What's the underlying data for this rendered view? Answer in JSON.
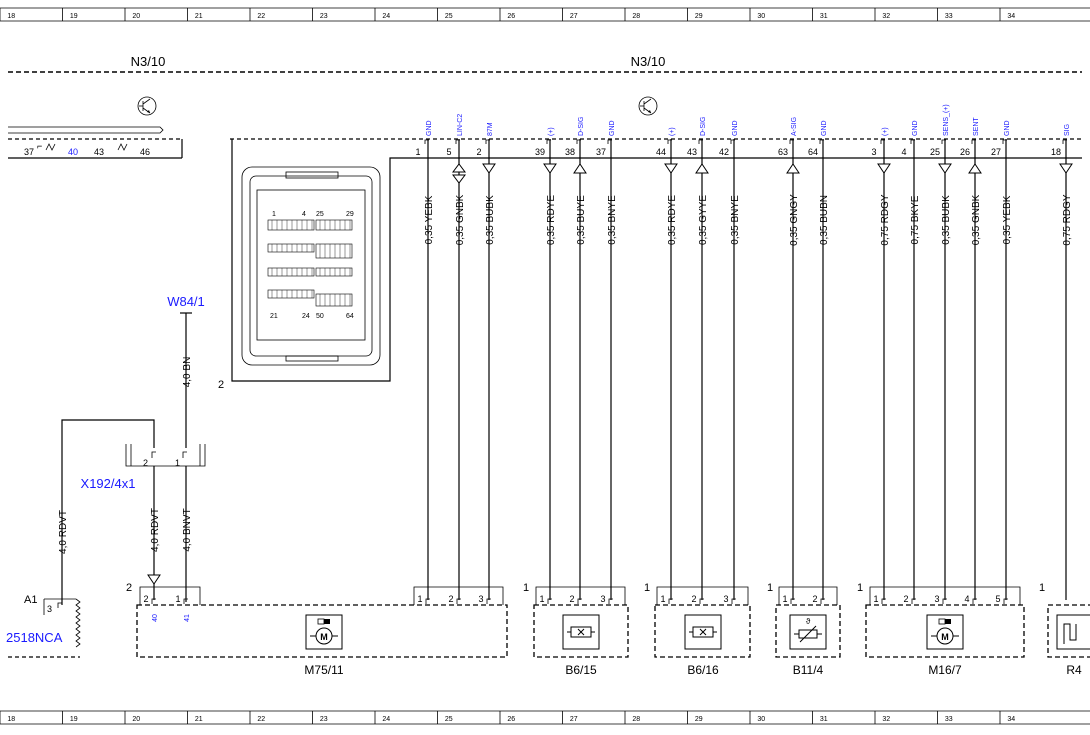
{
  "grid": {
    "columns": [
      "18",
      "19",
      "20",
      "21",
      "22",
      "23",
      "24",
      "25",
      "26",
      "27",
      "28",
      "29",
      "30",
      "31",
      "32",
      "33",
      "34"
    ]
  },
  "ecu": {
    "name_left": "N3/10",
    "name_right": "N3/10",
    "left_pins": [
      "37",
      "40",
      "43",
      "46"
    ],
    "left_frame_label": "2",
    "box_label": "2",
    "connector_pin_labels": [
      "1",
      "4",
      "25",
      "29",
      "21",
      "24",
      "50",
      "64"
    ],
    "pins": [
      {
        "pin": "1",
        "signal": "GND",
        "wire": "0,35 YEBK",
        "dir": "none"
      },
      {
        "pin": "5",
        "signal": "LIN-C2",
        "wire": "0,35 GNBK",
        "dir": "bi"
      },
      {
        "pin": "2",
        "signal": "87M",
        "wire": "0,35 BUBK",
        "dir": "out"
      },
      {
        "pin": "39",
        "signal": "(+)",
        "wire": "0,35 RDYE",
        "dir": "out"
      },
      {
        "pin": "38",
        "signal": "D-SIG",
        "wire": "0,35 BUYE",
        "dir": "in"
      },
      {
        "pin": "37",
        "signal": "GND",
        "wire": "0,35 BNYE",
        "dir": "none"
      },
      {
        "pin": "44",
        "signal": "(+)",
        "wire": "0,35 RDYE",
        "dir": "out"
      },
      {
        "pin": "43",
        "signal": "D-SIG",
        "wire": "0,35 GYYE",
        "dir": "in"
      },
      {
        "pin": "42",
        "signal": "GND",
        "wire": "0,35 BNYE",
        "dir": "none"
      },
      {
        "pin": "63",
        "signal": "A-SIG",
        "wire": "0,35 GNGY",
        "dir": "in"
      },
      {
        "pin": "64",
        "signal": "GND",
        "wire": "0,35 BUBN",
        "dir": "none"
      },
      {
        "pin": "3",
        "signal": "(+)",
        "wire": "0,75 RDGY",
        "dir": "out"
      },
      {
        "pin": "4",
        "signal": "GND",
        "wire": "0,75 BKYE",
        "dir": "none"
      },
      {
        "pin": "25",
        "signal": "SENS_(+)",
        "wire": "0,35 BUBK",
        "dir": "out"
      },
      {
        "pin": "26",
        "signal": "SENT",
        "wire": "0,35 GNBK",
        "dir": "in"
      },
      {
        "pin": "27",
        "signal": "GND",
        "wire": "0,35 YEBK",
        "dir": "none"
      },
      {
        "pin": "18",
        "signal": "SIG",
        "wire": "0,75 RDGY",
        "dir": "out"
      }
    ]
  },
  "power": {
    "splice": "W84/1",
    "wire_top": "4,0 BN",
    "connector": "X192/4x1",
    "connector_pins": [
      "2",
      "1"
    ],
    "wire_left": "4,0 RDVT",
    "wire_mid": "4,0 RDVT",
    "wire_right": "4,0 BNVT"
  },
  "components": [
    {
      "name": "M75/11",
      "frame_label": "2",
      "pins": [
        "2",
        "1"
      ],
      "pin_refs": [
        "40",
        "41"
      ],
      "icon": "motor-icon"
    },
    {
      "name": "B6/15",
      "frame_label": "1",
      "pins": [
        "1",
        "2",
        "3"
      ],
      "icon": "hall-sensor-icon"
    },
    {
      "name": "B6/16",
      "frame_label": "1",
      "pins": [
        "1",
        "2",
        "3"
      ],
      "icon": "hall-sensor-icon"
    },
    {
      "name": "B11/4",
      "frame_label": "1",
      "pins": [
        "1",
        "2"
      ],
      "icon": "temperature-sensor-icon"
    },
    {
      "name": "M16/7",
      "frame_label": "1",
      "pins": [
        "1",
        "2",
        "3",
        "4",
        "5"
      ],
      "icon": "motor-icon"
    },
    {
      "name": "R4",
      "frame_label": "1",
      "pins": [],
      "icon": "heater-icon"
    }
  ],
  "m75_extra_pins": [
    "1",
    "2",
    "3"
  ],
  "a1": {
    "label": "A1",
    "pin": "3",
    "part": "2518NCA"
  }
}
